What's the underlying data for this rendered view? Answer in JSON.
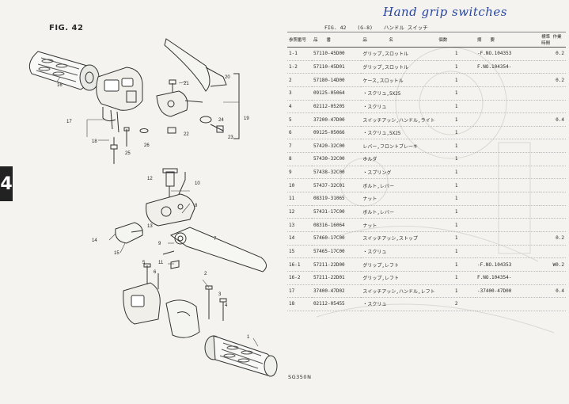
{
  "page": {
    "fig_label": "FIG. 42",
    "section_number": "4",
    "handwritten_note": "Hand grip switches",
    "footer_code": "SG350N"
  },
  "table": {
    "title_fig": "FIG. 42",
    "title_range": "(G-8)",
    "title_name": "ハンドル スイッチ",
    "headers": {
      "ref": "参照番号",
      "part_no": "品　　番",
      "name": "品　　　　　名",
      "qty": "個数",
      "remark": "摘　　要",
      "time": "標準 作業時間"
    },
    "rows": [
      {
        "ref": "1-1",
        "part_no": "57110-45D00",
        "name": "グリップ,スロットル",
        "qty": "1",
        "remark": "-F.NO.104353",
        "time": "0.2"
      },
      {
        "ref": "1-2",
        "part_no": "57110-45D01",
        "name": "グリップ,スロットル",
        "qty": "1",
        "remark": "F.NO.104354-",
        "time": ""
      },
      {
        "ref": "2",
        "part_no": "57180-14D00",
        "name": "ケース,スロットル",
        "qty": "1",
        "remark": "",
        "time": "0.2"
      },
      {
        "ref": "3",
        "part_no": "09125-05064",
        "name": "・スクリュ,5X25",
        "qty": "1",
        "remark": "",
        "time": ""
      },
      {
        "ref": "4",
        "part_no": "02112-05205",
        "name": "・スクリュ",
        "qty": "1",
        "remark": "",
        "time": ""
      },
      {
        "ref": "5",
        "part_no": "37200-47D00",
        "name": "スイッチアッシ,ハンドル,ライト",
        "qty": "1",
        "remark": "",
        "time": "0.4"
      },
      {
        "ref": "6",
        "part_no": "09125-05066",
        "name": "・スクリュ,5X25",
        "qty": "1",
        "remark": "",
        "time": ""
      },
      {
        "ref": "7",
        "part_no": "57420-32C00",
        "name": "レバー,フロントブレーキ",
        "qty": "1",
        "remark": "",
        "time": ""
      },
      {
        "ref": "8",
        "part_no": "57430-32C00",
        "name": "ホルダ",
        "qty": "1",
        "remark": "",
        "time": ""
      },
      {
        "ref": "9",
        "part_no": "57438-32C00",
        "name": "・スプリング",
        "qty": "1",
        "remark": "",
        "time": ""
      },
      {
        "ref": "10",
        "part_no": "57437-32C01",
        "name": "ボルト,レバー",
        "qty": "1",
        "remark": "",
        "time": ""
      },
      {
        "ref": "11",
        "part_no": "08319-31065",
        "name": "ナット",
        "qty": "1",
        "remark": "",
        "time": ""
      },
      {
        "ref": "12",
        "part_no": "57431-17C00",
        "name": "ボルト,レバー",
        "qty": "1",
        "remark": "",
        "time": ""
      },
      {
        "ref": "13",
        "part_no": "08316-16064",
        "name": "ナット",
        "qty": "1",
        "remark": "",
        "time": ""
      },
      {
        "ref": "14",
        "part_no": "57460-17C00",
        "name": "スイッチアッシ,ストップ",
        "qty": "1",
        "remark": "",
        "time": "0.2"
      },
      {
        "ref": "15",
        "part_no": "57465-17C00",
        "name": "・スクリュ",
        "qty": "1",
        "remark": "",
        "time": ""
      },
      {
        "ref": "16-1",
        "part_no": "57211-22D00",
        "name": "グリップ,レフト",
        "qty": "1",
        "remark": "-F.NO.104353",
        "time": "W0.2"
      },
      {
        "ref": "16-2",
        "part_no": "57211-22D01",
        "name": "グリップ,レフト",
        "qty": "1",
        "remark": "F.NO.104354-",
        "time": ""
      },
      {
        "ref": "17",
        "part_no": "37400-47D02",
        "name": "スイッチアッシ,ハンドル,レフト",
        "qty": "1",
        "remark": "-37400-47D00",
        "time": "0.4"
      },
      {
        "ref": "18",
        "part_no": "02112-05455",
        "name": "・スクリュ",
        "qty": "2",
        "remark": "",
        "time": ""
      }
    ]
  },
  "callouts": [
    "1",
    "2",
    "3",
    "4",
    "5",
    "6",
    "7",
    "8",
    "9",
    "10",
    "11",
    "12",
    "13",
    "14",
    "15",
    "16",
    "17",
    "18",
    "19",
    "20",
    "21",
    "22",
    "23",
    "24",
    "25",
    "26"
  ]
}
